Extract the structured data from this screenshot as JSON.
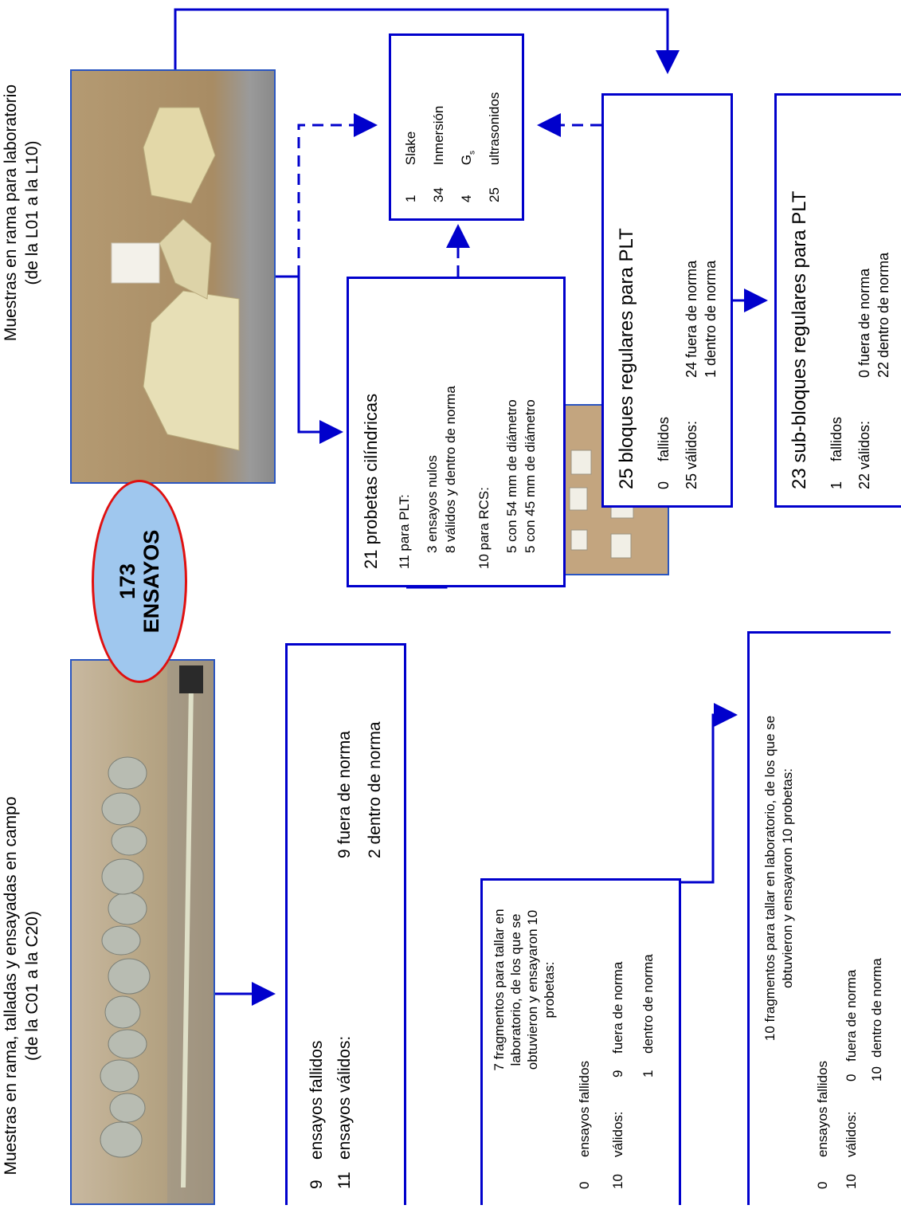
{
  "colors": {
    "arrow": "#0000cc",
    "ellipse_fill": "#9fc7ee",
    "ellipse_border": "#e01010"
  },
  "field": {
    "title_line1": "Muestras en rama, talladas y ensayadas en campo",
    "title_line2": "(de la C01 a la C20)"
  },
  "lab": {
    "title_line1": "Muestras en rama para laboratorio",
    "title_line2": "(de la L01 a la L10)"
  },
  "total": {
    "number": "173",
    "label": "ENSAYOS"
  },
  "field_results": {
    "failed_count": "9",
    "failed_label": "ensayos fallidos",
    "valid_count": "11",
    "valid_label": "ensayos válidos:",
    "out_of_norm": "9 fuera de norma",
    "in_norm": "2 dentro de norma"
  },
  "fragments_7": {
    "line1": "7 fragmentos para tallar en",
    "line2": "laboratorio, de los que se",
    "line3": "obtuvieron y ensayaron 10",
    "line4": "probetas:",
    "failed_count": "0",
    "failed_label": "ensayos fallidos",
    "valid_count": "10",
    "valid_label": "válidos:",
    "out_count": "9",
    "out_label": "fuera de norma",
    "in_count": "1",
    "in_label": "dentro de norma"
  },
  "fragments_10": {
    "line1": "10 fragmentos para tallar en laboratorio, de los que se",
    "line2": "obtuvieron y ensayaron 10 probetas:",
    "failed_count": "0",
    "failed_label": "ensayos fallidos",
    "valid_count": "10",
    "valid_label": "válidos:",
    "out_count": "0",
    "out_label": "fuera de norma",
    "in_count": "10",
    "in_label": "dentro de norma"
  },
  "cylinders": {
    "title": "21 probetas cilíndricas",
    "plt_label": "11 para PLT:",
    "plt_null": "3 ensayos nulos",
    "plt_valid": "8 válidos y dentro de norma",
    "rcs_label": "10 para RCS:",
    "rcs_54": "5 con 54 mm de diámetro",
    "rcs_45": "5 con 45 mm de diámetro"
  },
  "other_tests": [
    {
      "count": "1",
      "name": "Slake"
    },
    {
      "count": "34",
      "name": "Inmersión"
    },
    {
      "count": "4",
      "name": "G",
      "sub": "s"
    },
    {
      "count": "25",
      "name": "ultrasonidos"
    }
  ],
  "blocks": {
    "title": "25 bloques regulares para PLT",
    "failed_count": "0",
    "failed_label": "fallidos",
    "valid_label": "25 válidos:",
    "out_of_norm": "24 fuera de norma",
    "in_norm": "1   dentro de norma"
  },
  "subblocks": {
    "title": "23 sub-bloques regulares para PLT",
    "failed_count": "1",
    "failed_label": "fallidos",
    "valid_label": "22 válidos:",
    "out_of_norm": "0   fuera de norma",
    "in_norm": "22 dentro de norma"
  }
}
